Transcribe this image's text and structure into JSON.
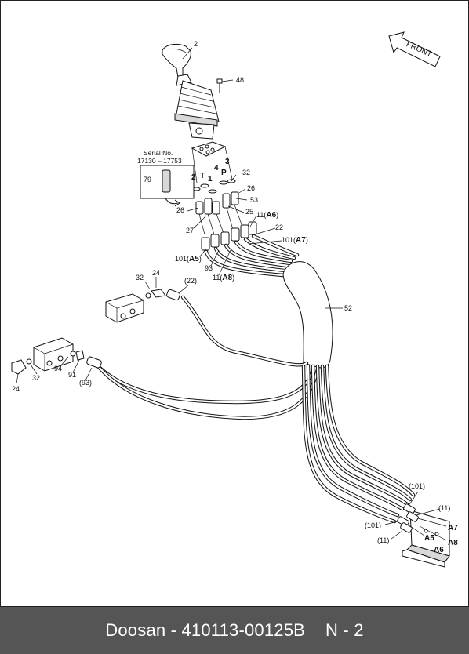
{
  "front_arrow": {
    "label": "FRONT"
  },
  "serial_note": {
    "title": "Serial No.",
    "range": "17130 – 17753"
  },
  "labels": {
    "l2": "2",
    "l48": "48",
    "l3": "3",
    "l4": "4",
    "lP": "P",
    "l1": "1",
    "lT": "T",
    "l2b": "2",
    "l32a": "32",
    "l26a": "26",
    "l53": "53",
    "l26b": "26",
    "l25": "25",
    "l27": "27",
    "l79": "79",
    "l11a_num": "11",
    "l11a_port": "A6",
    "l22a": "22",
    "l101a_num": "101",
    "l101a_port": "A7",
    "l101b_num": "101",
    "l101b_port": "A5",
    "l93": "93",
    "l11b_num": "11",
    "l11b_port": "A8",
    "l32b": "32",
    "l24a": "24",
    "l22b": "(22)",
    "l52": "52",
    "l94": "94",
    "l91": "91",
    "l93b": "(93)",
    "l32c": "32",
    "l24b": "24",
    "l101c": "(101)",
    "l11c": "(11)",
    "lA7": "A7",
    "l101d": "(101)",
    "lA5": "A5",
    "lA8": "A8",
    "l11d": "(11)",
    "lA6": "A6"
  },
  "footer": {
    "brand": "Doosan",
    "part_number": "410113-00125B",
    "page": "N - 2"
  }
}
